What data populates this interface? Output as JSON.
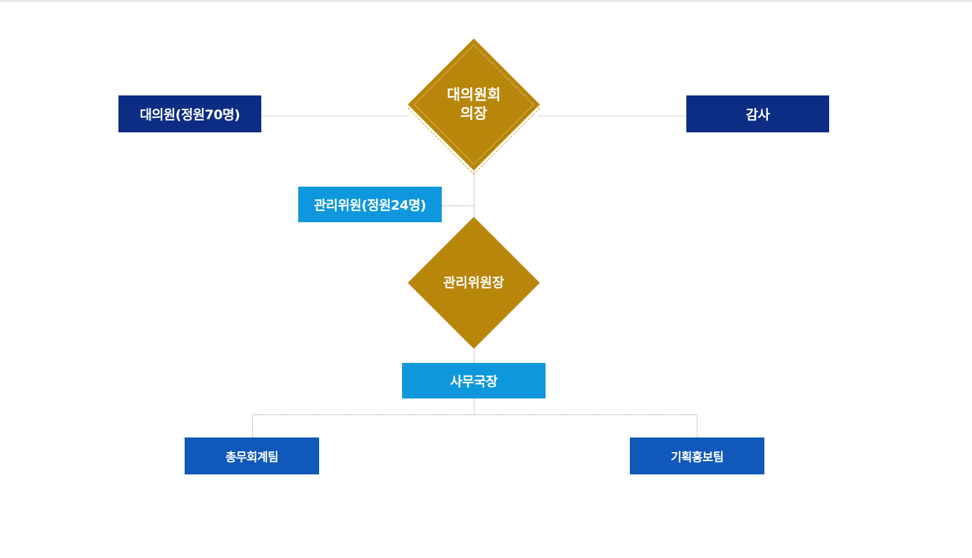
{
  "diagram": {
    "delegates": "대의원(정원70명)",
    "chair": {
      "line1": "대의원회",
      "line2": "의장"
    },
    "auditor": "감사",
    "management_members": "관리위원(정원24명)",
    "management_chair": "관리위원장",
    "secretary_general": "사무국장",
    "general_affairs_team": "총무회계팀",
    "planning_pr_team": "기획홍보팀"
  },
  "colors": {
    "navy": "#0d2d85",
    "sky": "#0f97dd",
    "blue": "#1058b9",
    "gold": "#b8860a"
  }
}
